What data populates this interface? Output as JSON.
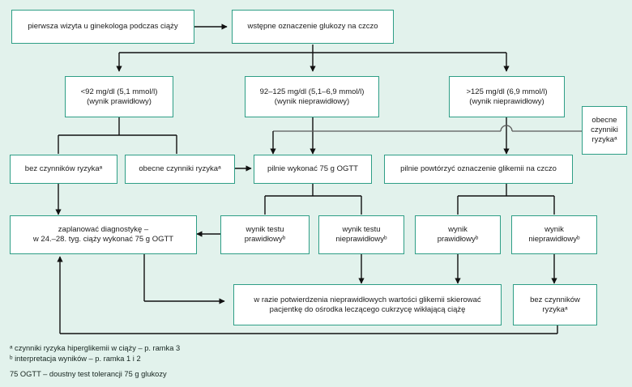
{
  "diagram": {
    "title": "Algorytm diagnostyki hiperglikemii w ciazy",
    "background_color": "#e2f2ec",
    "box_border_color": "#2e9e86",
    "box_fill_color": "#ffffff",
    "connector_color": "#111111",
    "crossing_connector_color": "#5a5a5a"
  },
  "nodes": {
    "first_visit": "pierwsza wizyta u ginekologa podczas ciąży",
    "initial_glucose": "wstępne oznaczenie glukozy na czczo",
    "below_92_l1": "<92 mg/dl (5,1 mmol/l)",
    "below_92_l2": "(wynik prawidłowy)",
    "range_92_125_l1": "92–125 mg/dl (5,1–6,9 mmol/l)",
    "range_92_125_l2": "(wynik nieprawidłowy)",
    "above_125_l1": ">125 mg/dl (6,9 mmol/l)",
    "above_125_l2": "(wynik nieprawidłowy)",
    "risk_present_side_l1": "obecne",
    "risk_present_side_l2": "czynniki",
    "risk_present_side_l3": "ryzykaᵃ",
    "no_risk_factors": "bez czynników ryzykaᵃ",
    "risk_factors_present": "obecne czynniki ryzykaᵃ",
    "urgent_ogtt": "pilnie wykonać 75 g OGTT",
    "urgent_repeat_fasting": "pilnie powtórzyć oznaczenie glikemii na czczo",
    "plan_diagnostics_l1": "zaplanować diagnostykę –",
    "plan_diagnostics_l2": "w 24.–28. tyg. ciąży wykonać 75 g OGTT",
    "test_normal_l1": "wynik testu",
    "test_normal_l2": "prawidłowyᵇ",
    "test_abnormal_l1": "wynik testu",
    "test_abnormal_l2": "nieprawidłowyᵇ",
    "result_normal_l1": "wynik",
    "result_normal_l2": "prawidłowyᵇ",
    "result_abnormal_l1": "wynik",
    "result_abnormal_l2": "nieprawidłowyᵇ",
    "refer_patient_l1": "w razie potwierdzenia nieprawidłowych wartości glikemii skierować",
    "refer_patient_l2": "pacjentkę do ośrodka leczącego cukrzycę wikłającą ciążę",
    "no_risk_bottom_l1": "bez czynników",
    "no_risk_bottom_l2": "ryzykaᵃ"
  },
  "footnotes": {
    "a": "ᵃ czynniki ryzyka hiperglikemii w ciąży – p. ramka 3",
    "b": "ᵇ interpretacja wyników – p. ramka 1 i 2",
    "abbrev": "75 OGTT – doustny test tolerancji 75 g glukozy"
  }
}
